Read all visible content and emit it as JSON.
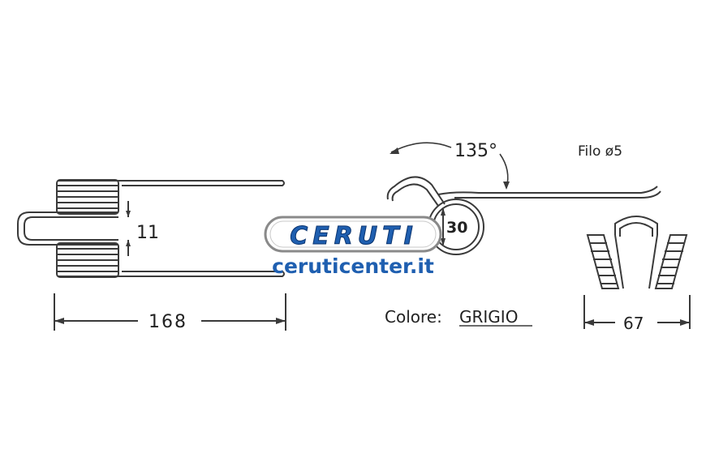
{
  "dimensions": {
    "length": "168",
    "gap": "11",
    "coil_diameter": "30",
    "width": "67",
    "angle": "135°",
    "wire": "Filo ø5"
  },
  "color_note": {
    "label": "Colore:",
    "value": "GRIGIO"
  },
  "watermark": {
    "logo": "CERUTI",
    "site": "ceruticenter.it",
    "colors": {
      "logo_fill": "#1f5fb0",
      "logo_border": "#8a8a8a",
      "site_text": "#1f5fb0"
    }
  },
  "colors": {
    "line": "#3a3a3a",
    "text": "#222222",
    "background": "#ffffff"
  }
}
